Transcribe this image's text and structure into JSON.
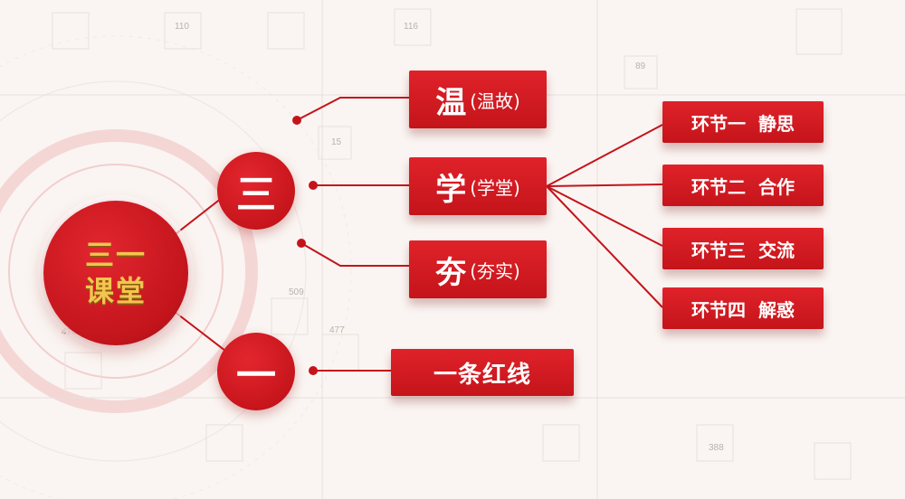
{
  "background_numbers": [
    "110",
    "116",
    "89",
    "15",
    "509",
    "477",
    "470",
    "388"
  ],
  "hub": {
    "line1": "三一",
    "line2": "课堂"
  },
  "nodes": {
    "three": "三",
    "one": "一"
  },
  "items": [
    {
      "big": "温",
      "small": "(温故)"
    },
    {
      "big": "学",
      "small": "(学堂)"
    },
    {
      "big": "夯",
      "small": "(夯实)"
    }
  ],
  "red_line": "一条红线",
  "steps": [
    "环节一  静思",
    "环节二  合作",
    "环节三  交流",
    "环节四  解惑"
  ],
  "colors": {
    "accent_red": "#c4141a",
    "hub_text_gold": "#f2c64f",
    "background": "#faf5f2"
  }
}
